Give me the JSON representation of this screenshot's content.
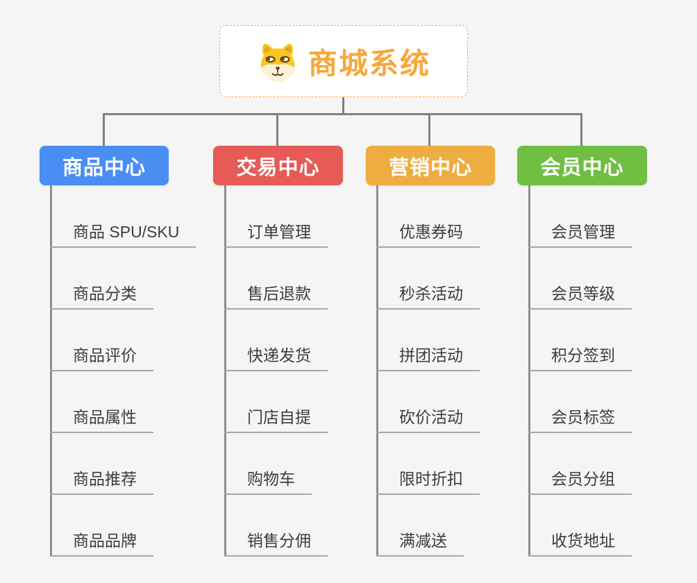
{
  "root": {
    "title": "商城系统",
    "icon": "dog-face-icon",
    "accent_color": "#f7a83a",
    "border_color": "#f7ab38"
  },
  "branches": [
    {
      "label": "商品中心",
      "color": "#4a8ef3",
      "children": [
        "商品 SPU/SKU",
        "商品分类",
        "商品评价",
        "商品属性",
        "商品推荐",
        "商品品牌"
      ]
    },
    {
      "label": "交易中心",
      "color": "#e65b56",
      "children": [
        "订单管理",
        "售后退款",
        "快递发货",
        "门店自提",
        "购物车",
        "销售分佣"
      ]
    },
    {
      "label": "营销中心",
      "color": "#eead40",
      "children": [
        "优惠券码",
        "秒杀活动",
        "拼团活动",
        "砍价活动",
        "限时折扣",
        "满减送"
      ]
    },
    {
      "label": "会员中心",
      "color": "#70bf43",
      "children": [
        "会员管理",
        "会员等级",
        "积分签到",
        "会员标签",
        "会员分组",
        "收货地址"
      ]
    }
  ]
}
